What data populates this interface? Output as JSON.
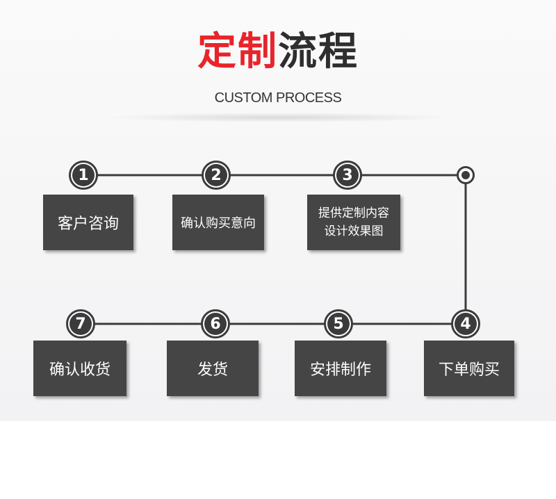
{
  "header": {
    "title_red": "定制",
    "title_dark": "流程",
    "subtitle": "CUSTOM PROCESS"
  },
  "steps": [
    {
      "number": "1",
      "lines": [
        "客户咨询"
      ]
    },
    {
      "number": "2",
      "lines": [
        "确认购买意向"
      ]
    },
    {
      "number": "3",
      "lines": [
        "提供定制内容",
        "设计效果图"
      ]
    },
    {
      "number": "4",
      "lines": [
        "下单购买"
      ]
    },
    {
      "number": "5",
      "lines": [
        "安排制作"
      ]
    },
    {
      "number": "6",
      "lines": [
        "发货"
      ]
    },
    {
      "number": "7",
      "lines": [
        "确认收货"
      ]
    }
  ],
  "colors": {
    "accent_red": "#e8242a",
    "box_fill": "#454545",
    "line": "#3b3b3b"
  }
}
